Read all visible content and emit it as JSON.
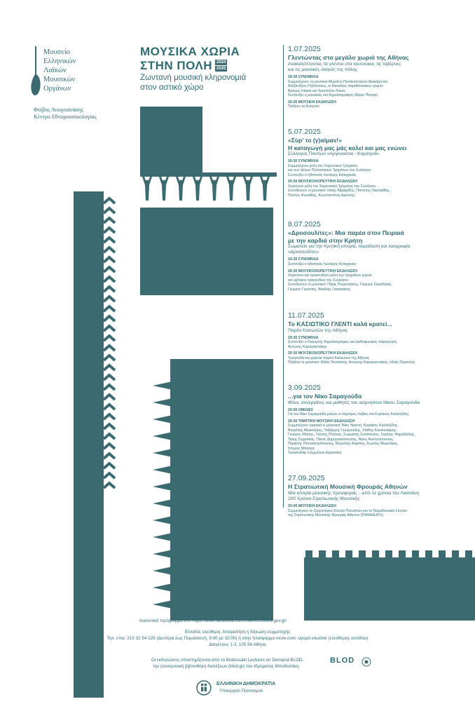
{
  "museum": {
    "name_lines": [
      "Μουσείο",
      "Ελληνικών",
      "Λαϊκών",
      "Μουσικών",
      "Οργάνων"
    ],
    "sub_lines": [
      "Φοίβος Ανωγειανάκης",
      "Κέντρο Εθνομουσικολογίας"
    ]
  },
  "title": {
    "line1": "ΜΟΥΣΙΚΑ ΧΩΡΙΑ",
    "line2": "ΣΤΗΝ ΠΟΛΗ",
    "year1": "2024",
    "year2": "2025",
    "subtitle_line1": "Ζωντανή μουσική κληρονομιά",
    "subtitle_line2": "στον αστικό χώρο"
  },
  "events": [
    {
      "date": "1.07.2025",
      "title_lines": [
        "Γλεντώντας στο μεγάλο χωριό της Αθήνας"
      ],
      "desc_lines": [
        "Ανακαλύπτοντας τα γλέντια στα κουτούκια, τις ταβέρνες",
        "και τις μουσικές σκηνές της πόλης"
      ],
      "parts": [
        {
          "time": "19:30   ΣΥΝΟΜΙΛΙΑ",
          "lines": [
            "Συμμετέχουν: οι μουσικοί Μυρσίνη Ποντικοπούλου-Βακιάρη και",
            "Αλέξανδρος Ριζόπουλος, οι δασκάλες παραδοσιακών χορών",
            "Άρτεμις Λιάγκα και Χριστούλα Λύκου",
            "Συντονίζει η μουσικός και δημοσιογράφος Μάριο Παναγή"
          ]
        },
        {
          "time": "20:30   ΜΟΥΣΙΚΗ ΕΚΔΗΛΩΣΗ",
          "lines": [
            "Παίζουν τα Κοτέρπο"
          ]
        }
      ]
    },
    {
      "date": "5.07.2025",
      "title_lines": [
        "«Σύρ' το (γ)αίμαν!»",
        "Η καταγωγή μας μάς καλεί και μας ενώνει"
      ],
      "desc_lines": [
        "Σύλλογος Ποντίων «Αργοναύται - Κομνηνοί»"
      ],
      "parts": [
        {
          "time": "19:30   ΣΥΝΟΜΙΛΙΑ",
          "lines": [
            "Συμμετέχουν μέλη του Χορευτικού Τμήματος",
            "και των άλλων Πολιτιστικών Τμημάτων του Συλλόγου",
            "Συντονίζει ο ηθοποιός Λευτέρης Καταχανάς"
          ]
        },
        {
          "time": "20:30   ΜΟΥΣΙΚΟΧΟΡΕΥΤΙΚΗ ΕΚΔΗΛΩΣΗ",
          "lines": [
            "Χορεύουν μέλη του Χορευτικού Τμήματος του Συλλόγου",
            "Συνοδεύουν οι μουσικοί: Ηλίας Αβραμίδης, Παντελής Νικολαΐδης,",
            "Παύλος Φωτιάδης, Κωνσταντίνος Αρσένης"
          ]
        }
      ]
    },
    {
      "date": "8.07.2025",
      "title_lines": [
        "«Δροσουλίτες»: Μια παρέα στον Πειραιά",
        "με την καρδιά στην Κρήτη"
      ],
      "desc_lines": [
        "Σωματείο για την Κρητική ιστορία, παράδοση και λαογραφία",
        "«Δροσουλίτες»"
      ],
      "parts": [
        {
          "time": "19:30   ΣΥΝΟΜΙΛΙΑ",
          "lines": [
            "Συντονίζει ο ηθοποιός Λευτέρης Καταχανάς"
          ]
        },
        {
          "time": "20:30   ΜΟΥΣΙΚΟΧΟΡΕΥΤΙΚΗ ΕΚΔΗΛΩΣΗ",
          "lines": [
            "Χορεύουν και τραγουδούν μέλη των τμημάτων χορού",
            "και ριζίτικου τραγουδιού του Συλλόγου",
            "Συνοδεύουν οι μουσικοί: Πάρις Περυσινάκης, Γιώργος Σκορδαλός,",
            "Γιώργος Γεροντής, Βασίλης Γιασακάκης"
          ]
        }
      ]
    },
    {
      "date": "11.07.2025",
      "title_lines": [
        "Το ΚΑΣΙΩΤΙΚΟ ΓΛΕΝΤΙ καλά κρατεί..."
      ],
      "desc_lines": [
        "Παρέα Κασιωτών της Αθήνας"
      ],
      "parts": [
        {
          "time": "19:30   ΣΥΝΟΜΙΛΙΑ",
          "lines": [
            "Συντονίζει ο Κασιώτης δημοσιογράφος και ραδιοφωνικός παραγωγός",
            "Αντώνης Καραγιαννάκης"
          ]
        },
        {
          "time": "20:30   ΜΟΥΣΙΚΟΧΟΡΕΥΤΙΚΗ ΕΚΔΗΛΩΣΗ",
          "lines": [
            "Τραγουδά και χορεύει παρέα Κασιωτών της Αθήνας",
            "Παίζουν οι μουσικοί: Ηλίας Τουσσίνης, Αντώνης Καραγιαννάκης, Ηλίας Περσελής"
          ]
        }
      ]
    },
    {
      "date": "3.09.2025",
      "title_lines": [
        "...για τον Νίκο Σαραγούδα"
      ],
      "desc_lines": [
        "Φίλοι, συνεργάτες και μαθητές του αείμνηστου Νίκου Σαραγούδα"
      ],
      "parts": [
        {
          "time": "20:00   ΟΜΙΛΙΕΣ",
          "lines": [
            "Για τον Νίκο Σαραγούδα μιλούν οι Λάμπρος Λιάβας και Κυριάκος Καλαϊτζίδης"
          ]
        },
        {
          "time": "20:30   ΤΙΜΗΤΙΚΗ ΜΟΥΣΙΚΗ ΕΚΔΗΛΩΣΗ",
          "lines": [
            "Συμμετέχουν τιμητικά οι μουσικοί: Νίκη Υφαντή, Κυριάκος Καλαϊτζίδης,",
            "Βαγγέλης Μερκούρης, Ταξιάρχης Γεωργούλης, Στάθης Κουκουλάρης,",
            "Γιώργος Ψάλτης, Γιάννης Πούλιος, Σωκράτης Σινόπουλος, Στράτης Ψαραδέλλης,",
            "Τάκης Σαρράκας, Πάνος Δημητρακόπουλος, Νίκος Αναλυτόπουλος,",
            "Περικλής Παπαπετρόπουλος, Βαγγέλης Καρίπης, Κώστας Μερετάκης,",
            "Σπύρος Μπάλιος",
            "Τραγουδάει η Εμμέλεια Δαμανάκη"
          ]
        }
      ]
    },
    {
      "date": "27.09.2025",
      "title_lines": [
        "Η Στρατιωτική Μουσική Φρουράς Αθηνών"
      ],
      "desc_lines": [
        "Μια ιστορία μουσικής προσφοράς ...από τα χρόνια του Λασσάνη",
        "200 Χρόνια Στρατιωτικής Μουσικής"
      ],
      "parts": [
        {
          "time": "20:00   ΜΟΥΣΙΚΗ ΕΚΔΗΛΩΣΗ",
          "lines": [
            "Συμμετέχουν το Ορχηστρικό Σύνολο Πνευστών και το Παραδοσιακό Σύνολο",
            "της Στρατιωτικής Μουσικής Φρουράς Αθηνών (ΣΜΦΑ/ΕΔΥΣ)"
          ]
        }
      ]
    }
  ],
  "footer": {
    "program": "Αναλυτικό πρόγραμμα στο https://www.facebook.com/melmo.culture.gov.gr/",
    "entry": "Είσοδος ελεύθερη. Απαραίτητη η δήλωση συμμετοχής",
    "phone": "Τηλ. επικ. 210 32 54 129 (Δευτέρα έως Παρασκευή, 9:00 με 15:00) ή στην πλατφόρμα more.com: αγορά voucher (ελεύθερης εισόδου)",
    "address": "Διογένους 1-3, 105 56 Αθήνα",
    "support1": "Οι εκδηλώσεις υποστηρίζονται από το Bodossaki Lectures on Demand-BLOD,",
    "support2": "την ηλεκτρονική βιβλιοθήκη διαλέξεων (blod.gr) του Ιδρύματος Μποδοσάκη",
    "blod": "BLOD",
    "ministry1": "ΕΛΛΗΝΙΚΗ ΔΗΜΟΚΡΑΤΙΑ",
    "ministry2": "Υπουργείο Πολιτισμού"
  },
  "colors": {
    "teal": "#3b6b70"
  }
}
